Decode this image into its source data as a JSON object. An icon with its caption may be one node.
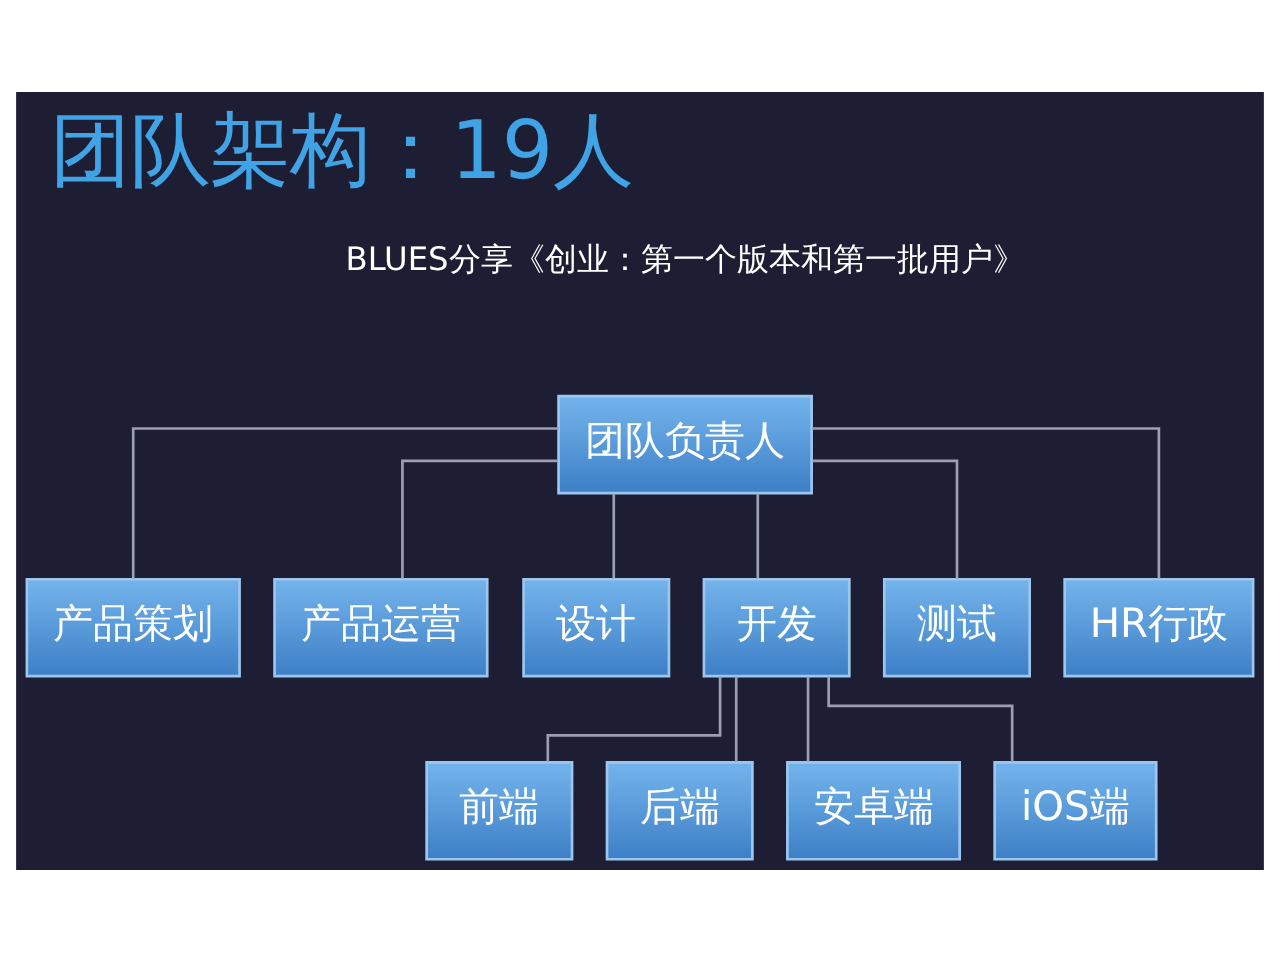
{
  "diagram": {
    "title": "团队架构：19人",
    "nodes": [
      {
        "text": [
          "团队负责人"
        ]
      },
      {
        "text": [
          "产品策划"
        ]
      },
      {
        "text": [
          "产品运营"
        ]
      },
      {
        "text": [
          "设计"
        ]
      },
      {
        "text": [
          "开发"
        ]
      },
      {
        "text": [
          "测试"
        ]
      },
      {
        "text": [
          "HR行政"
        ]
      },
      {
        "text": [
          "前端"
        ]
      },
      {
        "text": [
          "后端"
        ]
      },
      {
        "text": [
          "安卓端"
        ]
      },
      {
        "text": [
          "iOS端"
        ]
      }
    ],
    "edges": [
      {
        "from": 0,
        "to": 1,
        "arrow": "none"
      },
      {
        "from": 0,
        "to": 2,
        "arrow": "none"
      },
      {
        "from": 0,
        "to": 3,
        "arrow": "none"
      },
      {
        "from": 0,
        "to": 4,
        "arrow": "none"
      },
      {
        "from": 0,
        "to": 5,
        "arrow": "none"
      },
      {
        "from": 0,
        "to": 6,
        "arrow": "none"
      },
      {
        "from": 4,
        "to": 7,
        "arrow": "none"
      },
      {
        "from": 4,
        "to": 8,
        "arrow": "none"
      },
      {
        "from": 4,
        "to": 9,
        "arrow": "none"
      },
      {
        "from": 4,
        "to": 10,
        "arrow": "none"
      }
    ],
    "labels": [
      "BLUES分享《创业：第一个版本和第一批用户》"
    ]
  }
}
